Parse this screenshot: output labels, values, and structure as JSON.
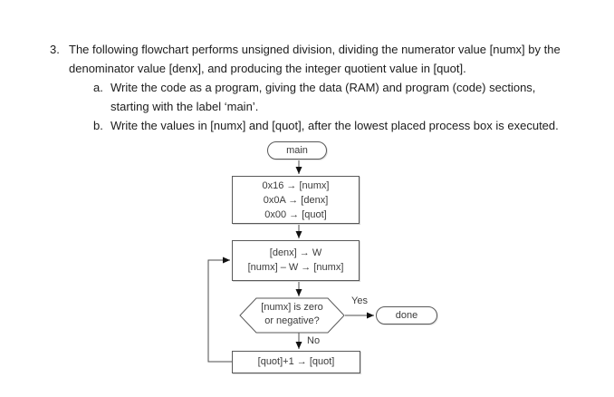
{
  "problem": {
    "number": "3.",
    "line1": "The following flowchart performs unsigned division, dividing the numerator value [numx] by the",
    "line2": "denominator value [denx], and producing the integer quotient value in [quot].",
    "items": [
      {
        "label": "a.",
        "line1": "Write the code as a program, giving the data (RAM) and program (code) sections,",
        "line2": "starting with the label ‘main’."
      },
      {
        "label": "b.",
        "line1": "Write the values in [numx] and [quot], after the lowest placed process box is executed."
      }
    ]
  },
  "flowchart": {
    "start_label": "main",
    "init_box": {
      "line1": "0x16 → [numx]",
      "line2": "0x0A → [denx]",
      "line3": "0x00 → [quot]"
    },
    "subtract_box": {
      "line1": "[denx] → W",
      "line2": "[numx] – W → [numx]"
    },
    "decision": {
      "line1": "[numx] is zero",
      "line2": "or negative?"
    },
    "yes_label": "Yes",
    "no_label": "No",
    "done_label": "done",
    "increment_box": {
      "label": "[quot]+1 → [quot]"
    },
    "colors": {
      "line": "#4d4d4d",
      "border": "#595959",
      "arrowhead": "#111111",
      "text": "#3a3a3a",
      "body_text": "#1c1c1c"
    }
  }
}
